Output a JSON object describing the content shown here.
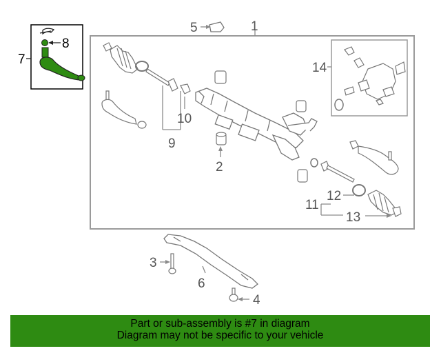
{
  "diagram": {
    "callouts": [
      "1",
      "2",
      "3",
      "4",
      "5",
      "6",
      "7",
      "8",
      "9",
      "10",
      "11",
      "12",
      "13",
      "14"
    ],
    "highlighted_part": "7",
    "highlight_color": "#2e8b12",
    "line_color": "#9a9a9a"
  },
  "banner": {
    "line1": "Part or sub-assembly is #7 in diagram",
    "line2": "Diagram may not be specific to your vehicle",
    "background": "#2e8b12"
  }
}
